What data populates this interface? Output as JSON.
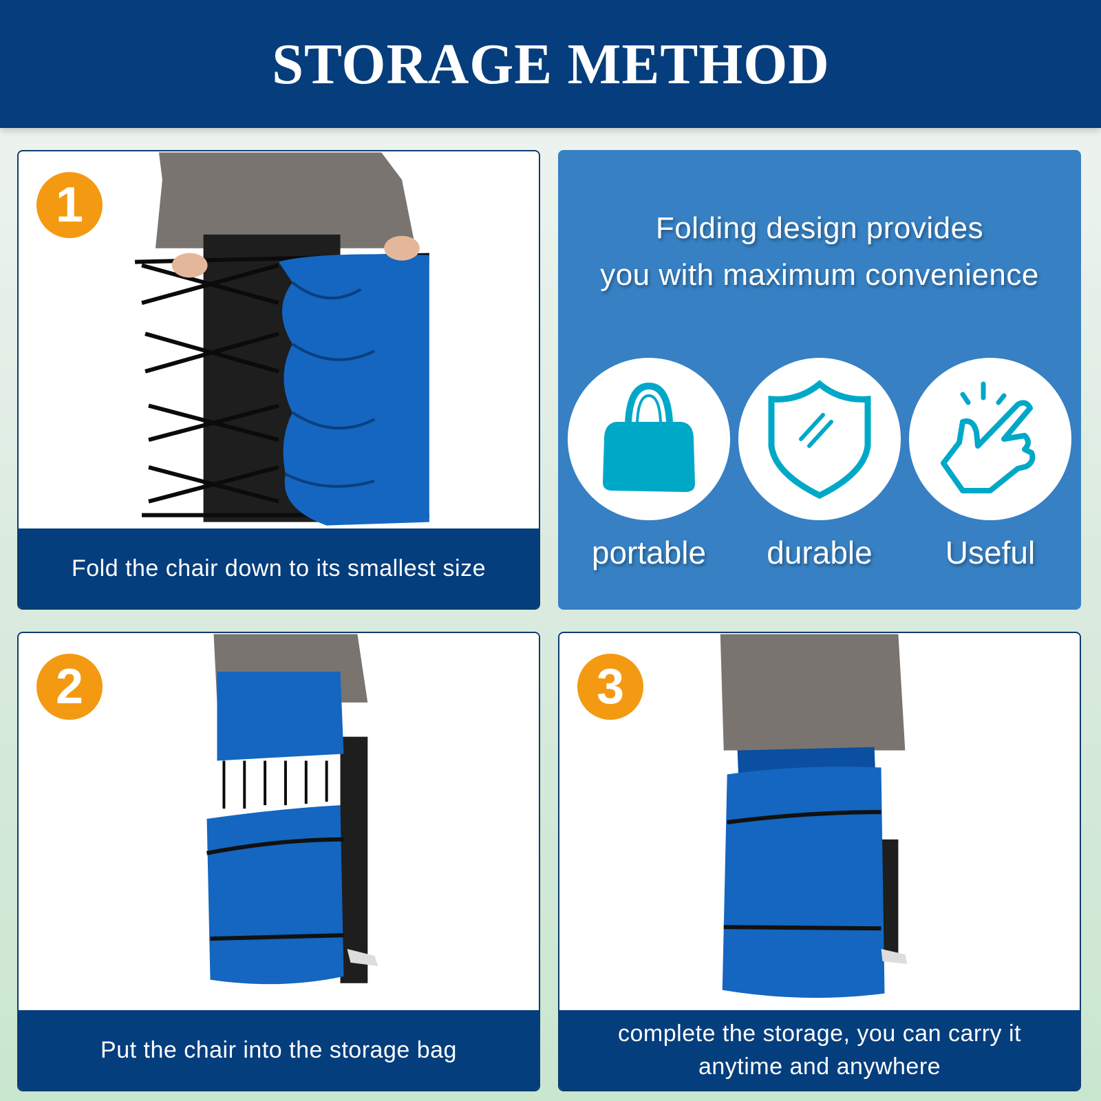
{
  "header": {
    "title": "STORAGE METHOD"
  },
  "colors": {
    "header_bg": "#063d7c",
    "caption_bg": "#053e7d",
    "feature_bg": "#3680c3",
    "badge": "#f39a12",
    "icon": "#00a8c8",
    "chair_blue": "#1466c0"
  },
  "steps": [
    {
      "number": "1",
      "caption": "Fold the chair down to its smallest size"
    },
    {
      "number": "2",
      "caption": "Put the chair into the storage bag"
    },
    {
      "number": "3",
      "caption": "complete the storage, you can carry it anytime and anywhere"
    }
  ],
  "feature_panel": {
    "title_line1": "Folding design provides",
    "title_line2": "you with maximum convenience",
    "features": [
      {
        "label": "portable",
        "icon": "handbag-icon"
      },
      {
        "label": "durable",
        "icon": "shield-icon"
      },
      {
        "label": "Useful",
        "icon": "finger-snap-icon"
      }
    ]
  }
}
